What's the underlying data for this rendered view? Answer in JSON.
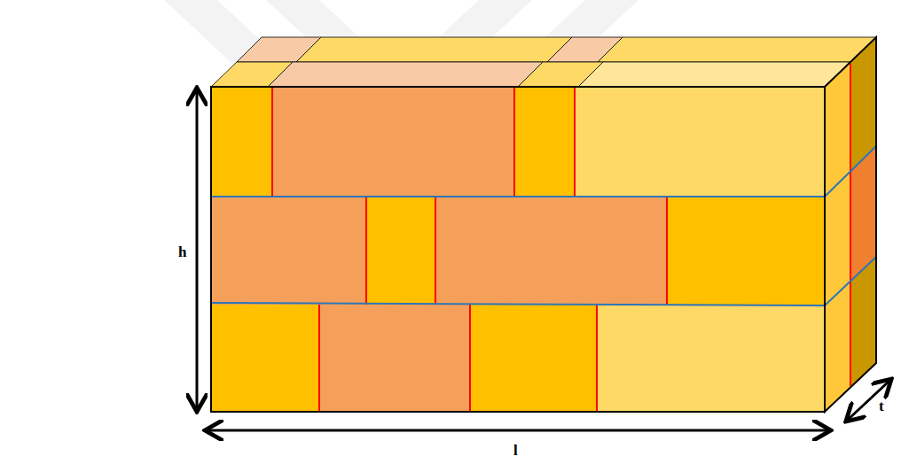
{
  "diagram": {
    "labels": [
      "h",
      "l",
      "t"
    ]
  }
}
